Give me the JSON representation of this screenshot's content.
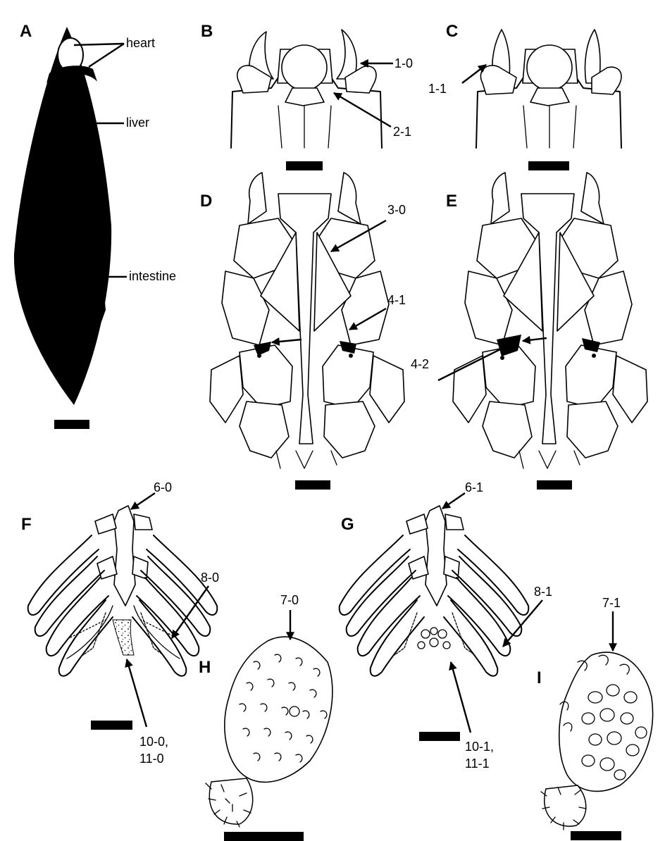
{
  "panels": {
    "A": "A",
    "B": "B",
    "C": "C",
    "D": "D",
    "E": "E",
    "F": "F",
    "G": "G",
    "H": "H",
    "I": "I"
  },
  "labels": {
    "heart": "heart",
    "liver": "liver",
    "intestine": "intestine",
    "c_1_0": "1-0",
    "c_2_1": "2-1",
    "c_1_1": "1-1",
    "c_3_0": "3-0",
    "c_4_1": "4-1",
    "c_4_2": "4-2",
    "c_6_0": "6-0",
    "c_6_1": "6-1",
    "c_8_0": "8-0",
    "c_8_1": "8-1",
    "c_7_0": "7-0",
    "c_7_1": "7-1",
    "c_10_0_a": "10-0,",
    "c_10_0_b": "11-0",
    "c_10_1_a": "10-1,",
    "c_10_1_b": "11-1"
  }
}
